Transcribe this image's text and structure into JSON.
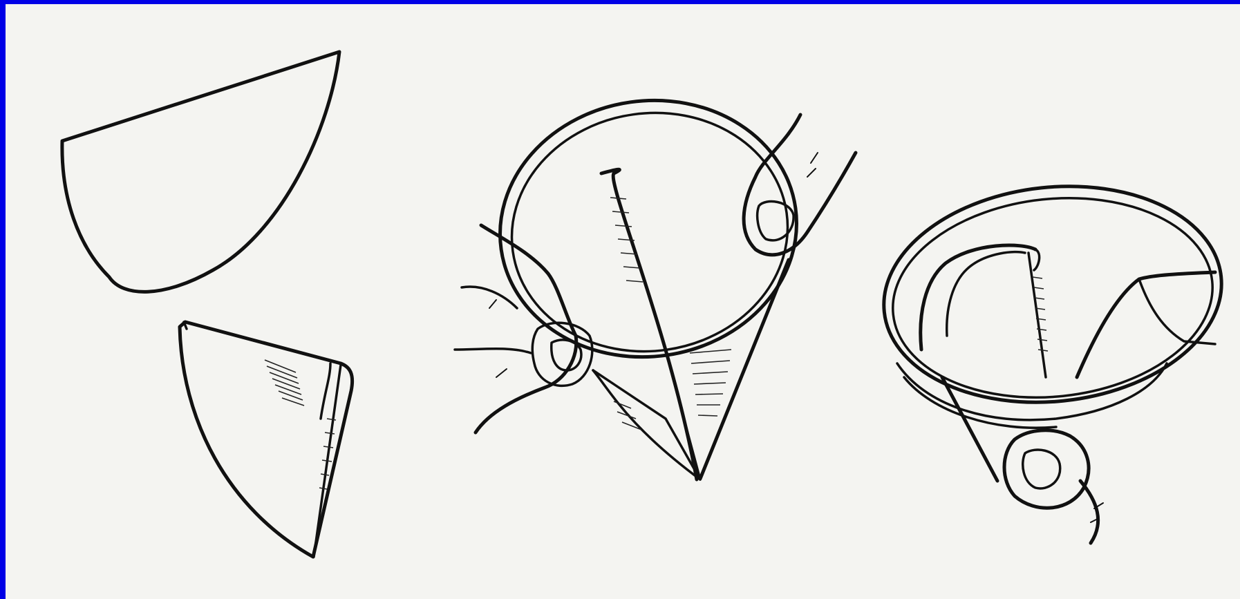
{
  "figure": {
    "panels": [
      {
        "id": "fold",
        "icons": [
          "semicircle-paper-icon",
          "folded-paper-icon"
        ]
      },
      {
        "id": "insert",
        "icons": [
          "funnel-icon",
          "paper-cone-icon",
          "hand-icon"
        ]
      },
      {
        "id": "wet",
        "icons": [
          "funnel-icon",
          "fitted-filter-icon",
          "hand-icon"
        ]
      }
    ],
    "colors": {
      "border": "#0000e6",
      "paper": "#f4f4f1",
      "ink": "#111111"
    }
  }
}
